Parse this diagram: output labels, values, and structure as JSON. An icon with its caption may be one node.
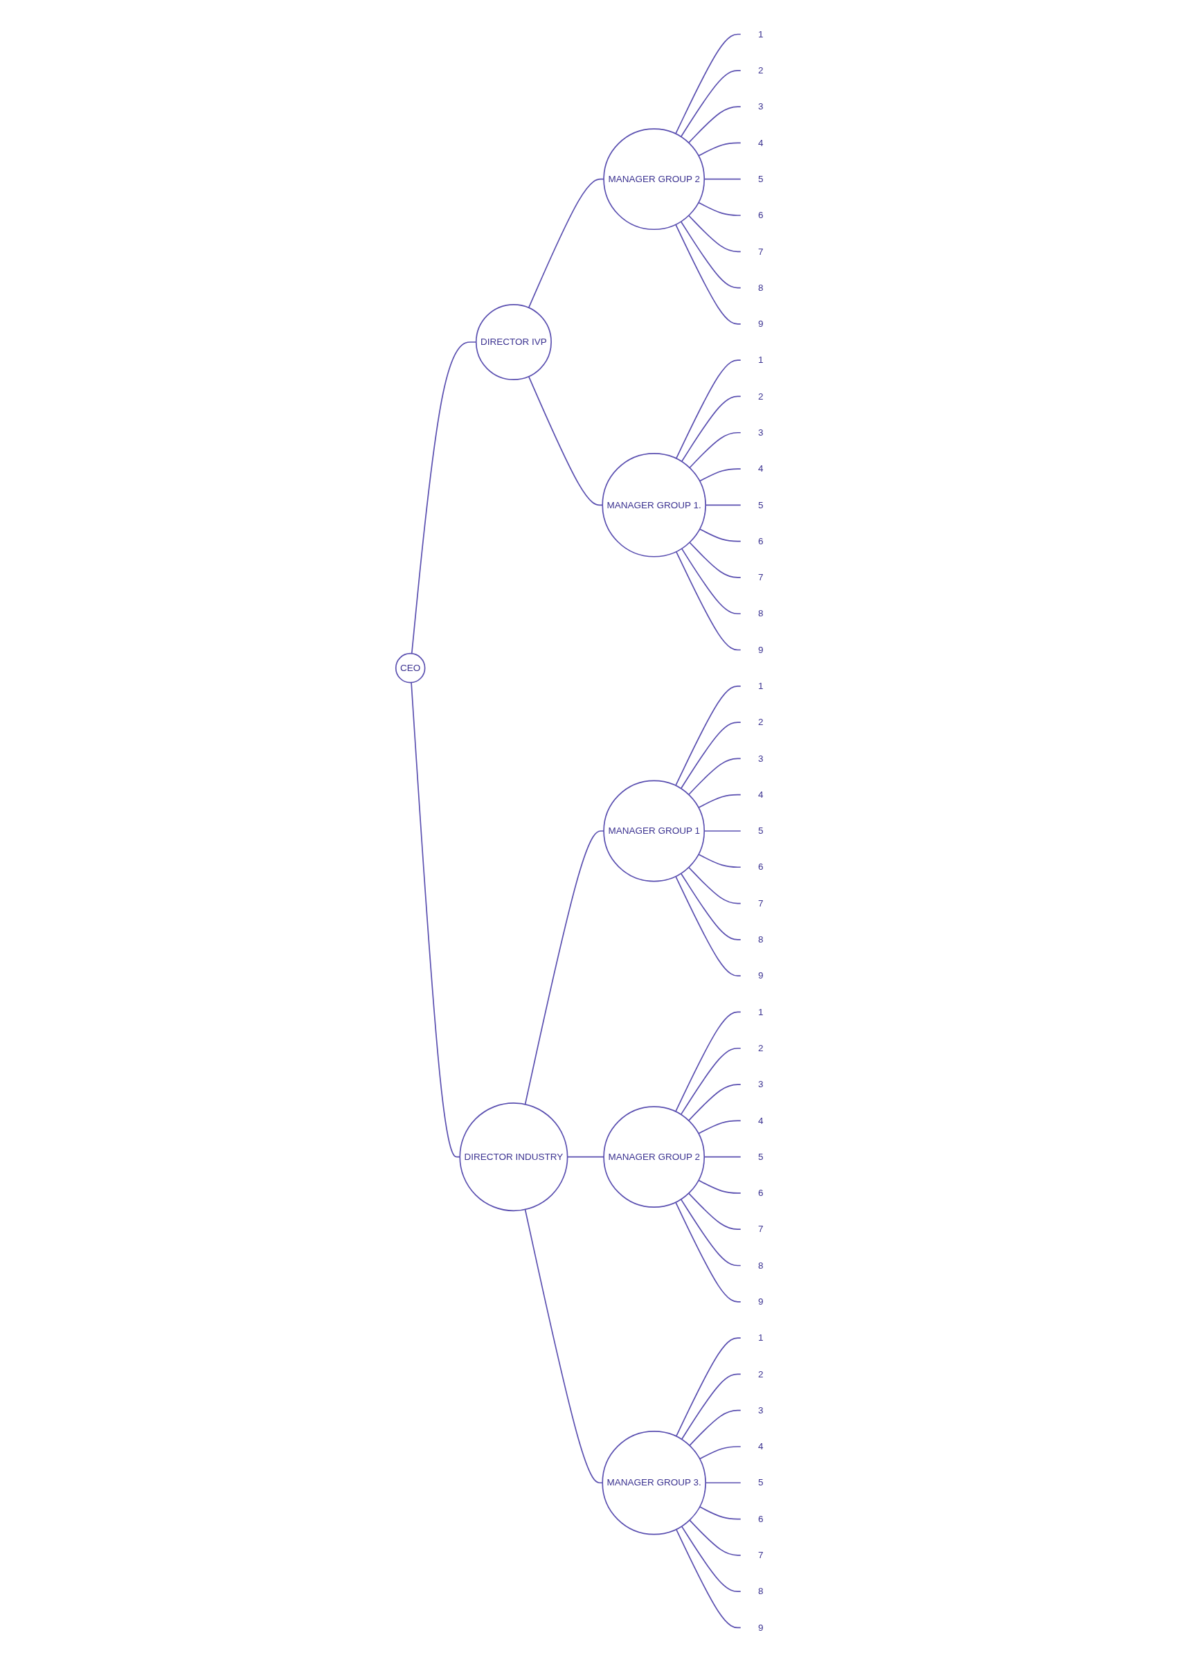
{
  "diagram": {
    "nodes": [
      {
        "text": [
          "CEO"
        ]
      },
      {
        "text": [
          "DIRECTOR IVP"
        ]
      },
      {
        "text": [
          "MANAGER GROUP 2"
        ]
      },
      {
        "text": [
          "1"
        ]
      },
      {
        "text": [
          "2"
        ]
      },
      {
        "text": [
          "3"
        ]
      },
      {
        "text": [
          "4"
        ]
      },
      {
        "text": [
          "5"
        ]
      },
      {
        "text": [
          "6"
        ]
      },
      {
        "text": [
          "7"
        ]
      },
      {
        "text": [
          "8"
        ]
      },
      {
        "text": [
          "9"
        ]
      },
      {
        "text": [
          "MANAGER GROUP 1."
        ]
      },
      {
        "text": [
          "1"
        ]
      },
      {
        "text": [
          "2"
        ]
      },
      {
        "text": [
          "3"
        ]
      },
      {
        "text": [
          "4"
        ]
      },
      {
        "text": [
          "5"
        ]
      },
      {
        "text": [
          "6"
        ]
      },
      {
        "text": [
          "7"
        ]
      },
      {
        "text": [
          "8"
        ]
      },
      {
        "text": [
          "9"
        ]
      },
      {
        "text": [
          "DIRECTOR INDUSTRY"
        ]
      },
      {
        "text": [
          "MANAGER GROUP 1"
        ]
      },
      {
        "text": [
          "1"
        ]
      },
      {
        "text": [
          "2"
        ]
      },
      {
        "text": [
          "3"
        ]
      },
      {
        "text": [
          "4"
        ]
      },
      {
        "text": [
          "5"
        ]
      },
      {
        "text": [
          "6"
        ]
      },
      {
        "text": [
          "7"
        ]
      },
      {
        "text": [
          "8"
        ]
      },
      {
        "text": [
          "9"
        ]
      },
      {
        "text": [
          "MANAGER GROUP 2"
        ]
      },
      {
        "text": [
          "1"
        ]
      },
      {
        "text": [
          "2"
        ]
      },
      {
        "text": [
          "3"
        ]
      },
      {
        "text": [
          "4"
        ]
      },
      {
        "text": [
          "5"
        ]
      },
      {
        "text": [
          "6"
        ]
      },
      {
        "text": [
          "7"
        ]
      },
      {
        "text": [
          "8"
        ]
      },
      {
        "text": [
          "9"
        ]
      },
      {
        "text": [
          "MANAGER GROUP 3."
        ]
      },
      {
        "text": [
          "1"
        ]
      },
      {
        "text": [
          "2"
        ]
      },
      {
        "text": [
          "3"
        ]
      },
      {
        "text": [
          "4"
        ]
      },
      {
        "text": [
          "5"
        ]
      },
      {
        "text": [
          "6"
        ]
      },
      {
        "text": [
          "7"
        ]
      },
      {
        "text": [
          "8"
        ]
      },
      {
        "text": [
          "9"
        ]
      }
    ],
    "edges": [
      {
        "from": 0,
        "to": 1,
        "arrow": "none"
      },
      {
        "from": 1,
        "to": 2,
        "arrow": "none"
      },
      {
        "from": 2,
        "to": 3,
        "arrow": "none"
      },
      {
        "from": 2,
        "to": 4,
        "arrow": "none"
      },
      {
        "from": 2,
        "to": 5,
        "arrow": "none"
      },
      {
        "from": 2,
        "to": 6,
        "arrow": "none"
      },
      {
        "from": 2,
        "to": 7,
        "arrow": "none"
      },
      {
        "from": 2,
        "to": 8,
        "arrow": "none"
      },
      {
        "from": 2,
        "to": 9,
        "arrow": "none"
      },
      {
        "from": 2,
        "to": 10,
        "arrow": "none"
      },
      {
        "from": 2,
        "to": 11,
        "arrow": "none"
      },
      {
        "from": 1,
        "to": 12,
        "arrow": "none"
      },
      {
        "from": 12,
        "to": 13,
        "arrow": "none"
      },
      {
        "from": 12,
        "to": 14,
        "arrow": "none"
      },
      {
        "from": 12,
        "to": 15,
        "arrow": "none"
      },
      {
        "from": 12,
        "to": 16,
        "arrow": "none"
      },
      {
        "from": 12,
        "to": 17,
        "arrow": "none"
      },
      {
        "from": 12,
        "to": 18,
        "arrow": "none"
      },
      {
        "from": 12,
        "to": 19,
        "arrow": "none"
      },
      {
        "from": 12,
        "to": 20,
        "arrow": "none"
      },
      {
        "from": 12,
        "to": 21,
        "arrow": "none"
      },
      {
        "from": 0,
        "to": 22,
        "arrow": "none"
      },
      {
        "from": 22,
        "to": 23,
        "arrow": "none"
      },
      {
        "from": 23,
        "to": 24,
        "arrow": "none"
      },
      {
        "from": 23,
        "to": 25,
        "arrow": "none"
      },
      {
        "from": 23,
        "to": 26,
        "arrow": "none"
      },
      {
        "from": 23,
        "to": 27,
        "arrow": "none"
      },
      {
        "from": 23,
        "to": 28,
        "arrow": "none"
      },
      {
        "from": 23,
        "to": 29,
        "arrow": "none"
      },
      {
        "from": 23,
        "to": 30,
        "arrow": "none"
      },
      {
        "from": 23,
        "to": 31,
        "arrow": "none"
      },
      {
        "from": 23,
        "to": 32,
        "arrow": "none"
      },
      {
        "from": 22,
        "to": 33,
        "arrow": "none"
      },
      {
        "from": 33,
        "to": 34,
        "arrow": "none"
      },
      {
        "from": 33,
        "to": 35,
        "arrow": "none"
      },
      {
        "from": 33,
        "to": 36,
        "arrow": "none"
      },
      {
        "from": 33,
        "to": 37,
        "arrow": "none"
      },
      {
        "from": 33,
        "to": 38,
        "arrow": "none"
      },
      {
        "from": 33,
        "to": 39,
        "arrow": "none"
      },
      {
        "from": 33,
        "to": 40,
        "arrow": "none"
      },
      {
        "from": 33,
        "to": 41,
        "arrow": "none"
      },
      {
        "from": 33,
        "to": 42,
        "arrow": "none"
      },
      {
        "from": 22,
        "to": 43,
        "arrow": "none"
      },
      {
        "from": 43,
        "to": 44,
        "arrow": "none"
      },
      {
        "from": 43,
        "to": 45,
        "arrow": "none"
      },
      {
        "from": 43,
        "to": 46,
        "arrow": "none"
      },
      {
        "from": 43,
        "to": 47,
        "arrow": "none"
      },
      {
        "from": 43,
        "to": 48,
        "arrow": "none"
      },
      {
        "from": 43,
        "to": 49,
        "arrow": "none"
      },
      {
        "from": 43,
        "to": 50,
        "arrow": "none"
      },
      {
        "from": 43,
        "to": 51,
        "arrow": "none"
      },
      {
        "from": 43,
        "to": 52,
        "arrow": "none"
      }
    ]
  }
}
